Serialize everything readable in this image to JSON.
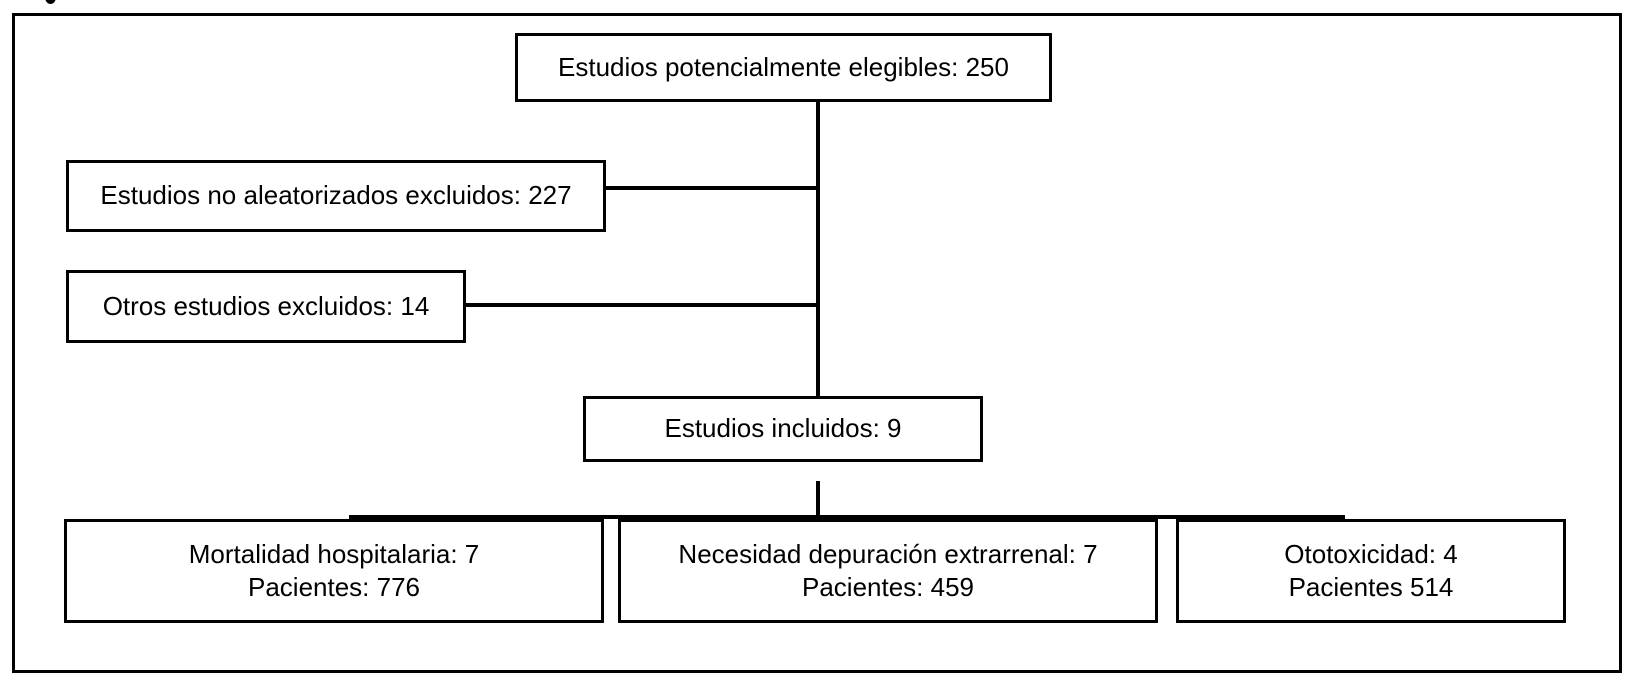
{
  "figure": {
    "type": "prisma-flow-diagram",
    "language": "es",
    "border_color": "#000000",
    "background_color": "#ffffff",
    "text_color": "#000000"
  },
  "nodes": {
    "eligible": {
      "id": "estudios-potencialmente-elegibles",
      "line1": "Estudios potencialmente elegibles: 250",
      "count": 250
    },
    "excluded_nonrandomized": {
      "id": "estudios-no-aleatorizados-excluidos",
      "line1": "Estudios no aleatorizados excluidos: 227",
      "count": 227
    },
    "excluded_other": {
      "id": "otros-estudios-excluidos",
      "line1": "Otros estudios excluidos: 14",
      "count": 14
    },
    "included": {
      "id": "estudios-incluidos",
      "line1": "Estudios incluidos: 9",
      "count": 9
    },
    "outcome_mortality": {
      "id": "mortalidad-hospitalaria",
      "line1": "Mortalidad hospitalaria: 7",
      "line2": "Pacientes: 776",
      "studies": 7,
      "patients": 776
    },
    "outcome_rrt": {
      "id": "necesidad-depuracion-extrarrenal",
      "line1": "Necesidad depuración extrarrenal: 7",
      "line2": "Pacientes: 459",
      "studies": 7,
      "patients": 459
    },
    "outcome_ototoxicity": {
      "id": "ototoxicidad",
      "line1": "Ototoxicidad: 4",
      "line2": "Pacientes 514",
      "studies": 4,
      "patients": 514
    }
  },
  "chart_data": {
    "type": "diagram",
    "title": "",
    "flow": [
      {
        "from": "estudios-potencialmente-elegibles",
        "to": "estudios-no-aleatorizados-excluidos",
        "kind": "exclusion"
      },
      {
        "from": "estudios-potencialmente-elegibles",
        "to": "otros-estudios-excluidos",
        "kind": "exclusion"
      },
      {
        "from": "estudios-potencialmente-elegibles",
        "to": "estudios-incluidos",
        "kind": "inclusion"
      },
      {
        "from": "estudios-incluidos",
        "to": "mortalidad-hospitalaria",
        "kind": "outcome"
      },
      {
        "from": "estudios-incluidos",
        "to": "necesidad-depuracion-extrarrenal",
        "kind": "outcome"
      },
      {
        "from": "estudios-incluidos",
        "to": "ototoxicidad",
        "kind": "outcome"
      }
    ]
  }
}
